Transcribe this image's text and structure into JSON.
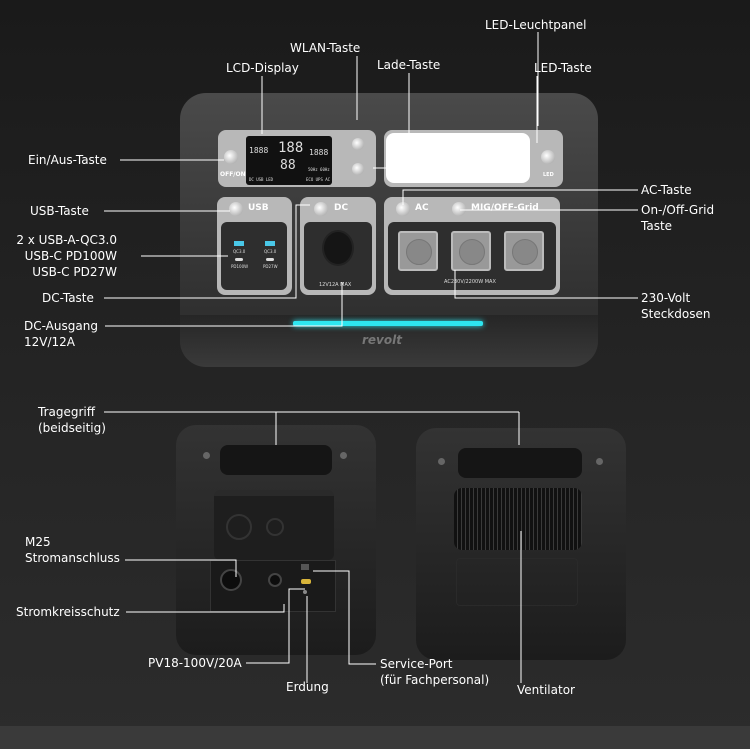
{
  "labels": {
    "led_panel": "LED-Leuchtpanel",
    "wlan": "WLAN-Taste",
    "lcd": "LCD-Display",
    "lade": "Lade-Taste",
    "led_btn": "LED-Taste",
    "power": "Ein/Aus-Taste",
    "usb_btn": "USB-Taste",
    "usb_ports": [
      "2 x USB-A-QC3.0",
      "USB-C PD100W",
      "USB-C PD27W"
    ],
    "dc_btn": "DC-Taste",
    "dc_out": [
      "DC-Ausgang",
      "12V/12A"
    ],
    "ac_btn": "AC-Taste",
    "grid_btn": [
      "On-/Off-Grid",
      "Taste"
    ],
    "sockets": [
      "230-Volt",
      "Steckdosen"
    ],
    "handle": [
      "Tragegriff",
      "(beidseitig)"
    ],
    "m25": [
      "M25",
      "Stromanschluss"
    ],
    "breaker": "Stromkreisschutz",
    "pv": "PV18-100V/20A",
    "ground": "Erdung",
    "service": [
      "Service-Port",
      "(für Fachpersonal)"
    ],
    "fan": "Ventilator"
  },
  "device": {
    "off_on": "OFF/ON",
    "led": "LED",
    "usb": "USB",
    "dc": "DC",
    "ac": "AC",
    "grid": "MIG/OFF-Grid",
    "qc1": "QC3.0",
    "qc2": "QC3.0",
    "pd100": "PD100W",
    "pd27": "PD27W",
    "dc_rating": "12V12A MAX",
    "ac_rating": "AC230V/2200W MAX",
    "brand": "revolt",
    "lcd": {
      "input": "1888",
      "main": "188",
      "sub": "88",
      "output": "1888",
      "bottom_left": "DC USB LED",
      "bottom_right": "ECO UPS AC",
      "freq": "50Hz 60Hz"
    }
  }
}
